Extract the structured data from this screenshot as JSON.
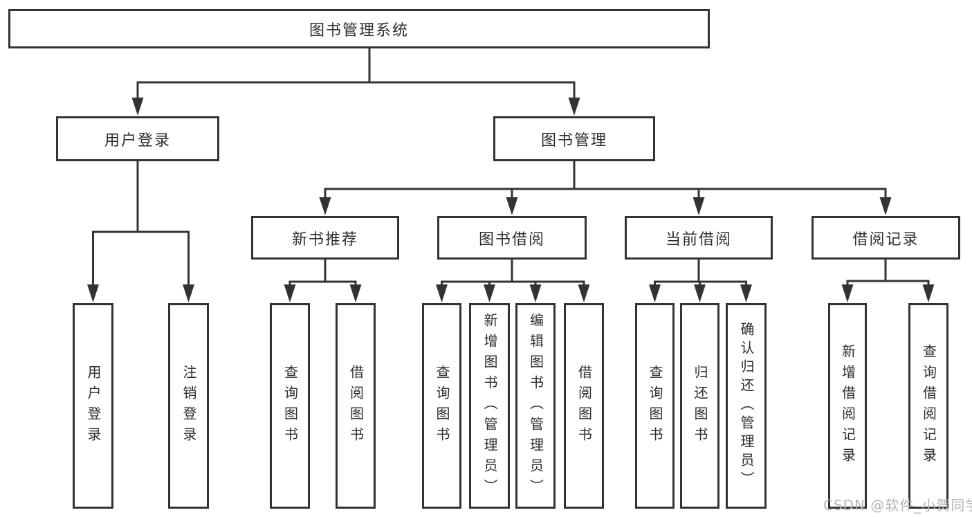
{
  "diagram": {
    "root": "图书管理系统",
    "level2": [
      "用户登录",
      "图书管理"
    ],
    "level3": [
      "新书推荐",
      "图书借阅",
      "当前借阅",
      "借阅记录"
    ],
    "leaves": [
      "用户登录",
      "注销登录",
      "查询图书",
      "借阅图书",
      "查询图书",
      "新增图书（管理员）",
      "编辑图书（管理员）",
      "借阅图书",
      "查询图书",
      "归还图书",
      "确认归还（管理员）",
      "新增借阅记录",
      "查询借阅记录"
    ]
  },
  "watermark": "CSDN @软件_小贺同学",
  "colors": {
    "line": "#333333",
    "text": "#2d2d2d",
    "watermark": "#b5b5b5",
    "background": "#ffffff"
  }
}
